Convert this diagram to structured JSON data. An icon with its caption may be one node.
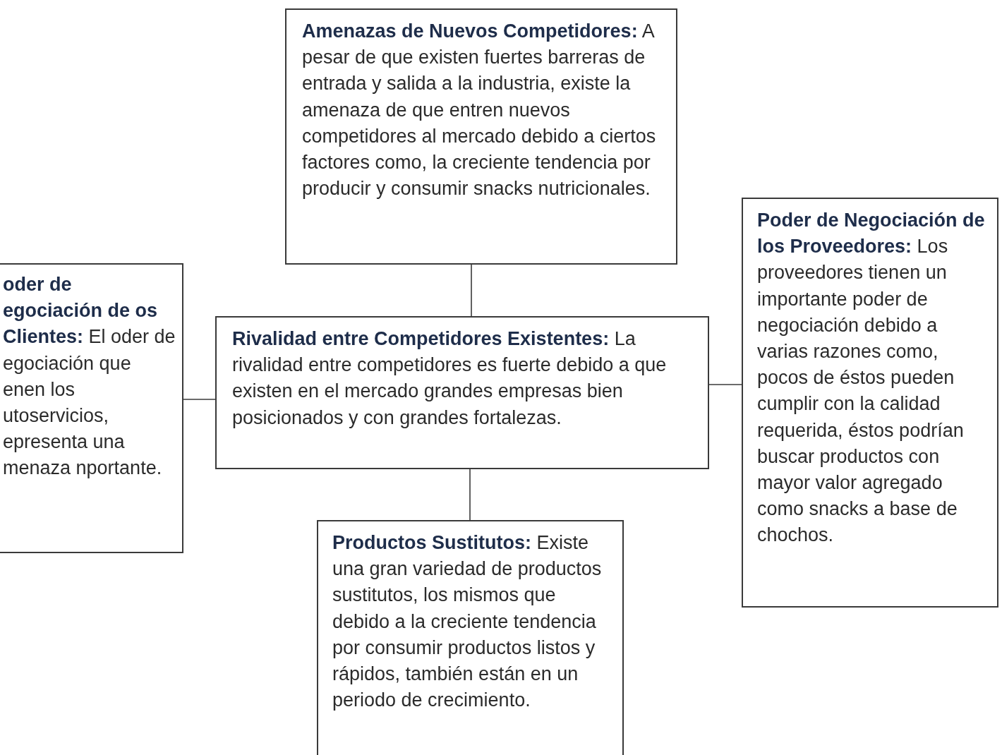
{
  "diagram": {
    "nodes": [
      {
        "text": [
          "**Amenazas de Nuevos Competidores:** A pesar de que existen fuertes barreras de entrada y salida a la industria, existe la amenaza de que entren nuevos competidores al mercado debido a ciertos factores como, la creciente tendencia por producir y consumir snacks nutricionales."
        ]
      },
      {
        "text": [
          "**oder de egociación de os Clientes:** El oder de egociación que enen los utoservicios, epresenta una menaza nportante."
        ]
      },
      {
        "text": [
          "**Rivalidad entre Competidores Existentes:** La rivalidad entre competidores es fuerte debido a que existen en el mercado grandes empresas bien posicionados y con grandes fortalezas."
        ]
      },
      {
        "text": [
          "**Poder de Negociación de los Proveedores:** Los proveedores tienen un importante poder de negociación debido a varias razones como, pocos de éstos pueden cumplir con la calidad requerida, éstos podrían buscar productos con mayor valor agregado como snacks a base de chochos."
        ]
      },
      {
        "text": [
          "**Productos Sustitutos:** Existe una gran variedad de productos sustitutos, los mismos que debido a la creciente tendencia por consumir productos listos y rápidos, también están en un periodo de crecimiento."
        ]
      }
    ],
    "edges": [
      {
        "from": 0,
        "to": 2,
        "arrow": "none"
      },
      {
        "from": 2,
        "to": 1,
        "arrow": "none"
      },
      {
        "from": 2,
        "to": 3,
        "arrow": "none"
      },
      {
        "from": 2,
        "to": 4,
        "arrow": "none"
      }
    ]
  }
}
